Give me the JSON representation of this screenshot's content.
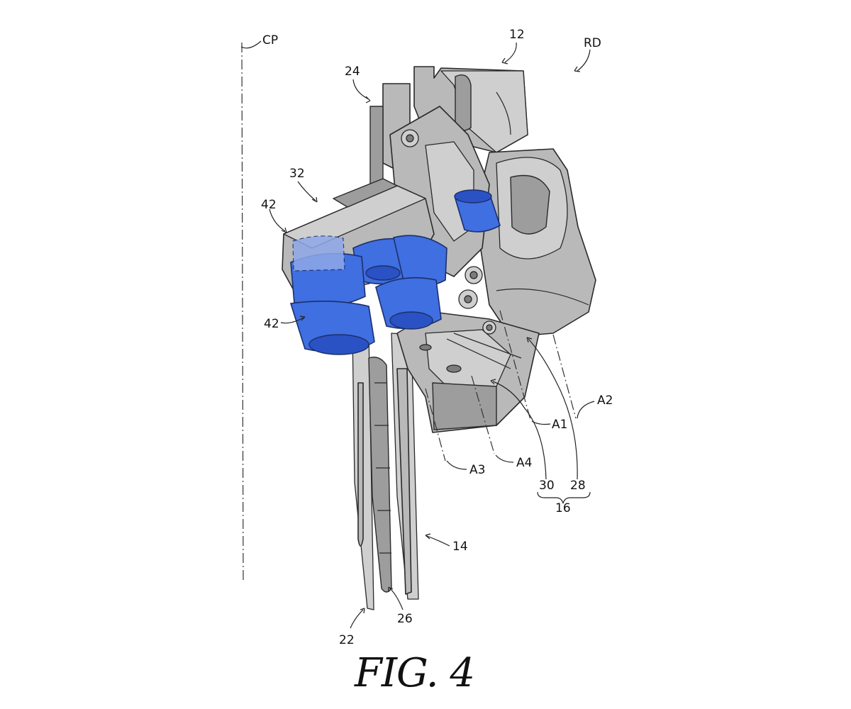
{
  "figure": {
    "caption": "FIG. 4",
    "center_plane": "CP",
    "labels": {
      "rd": "RD",
      "n12": "12",
      "n24": "24",
      "n32": "32",
      "n42_top": "42",
      "n42_bottom": "42",
      "a1": "A1",
      "a2": "A2",
      "a3": "A3",
      "a4": "A4",
      "n30": "30",
      "n28": "28",
      "n16": "16",
      "n14": "14",
      "n26": "26",
      "n22": "22"
    },
    "colors": {
      "highlight": "#3f6fe0",
      "body": "#b9b9b9",
      "line": "#2a2a2a"
    }
  }
}
